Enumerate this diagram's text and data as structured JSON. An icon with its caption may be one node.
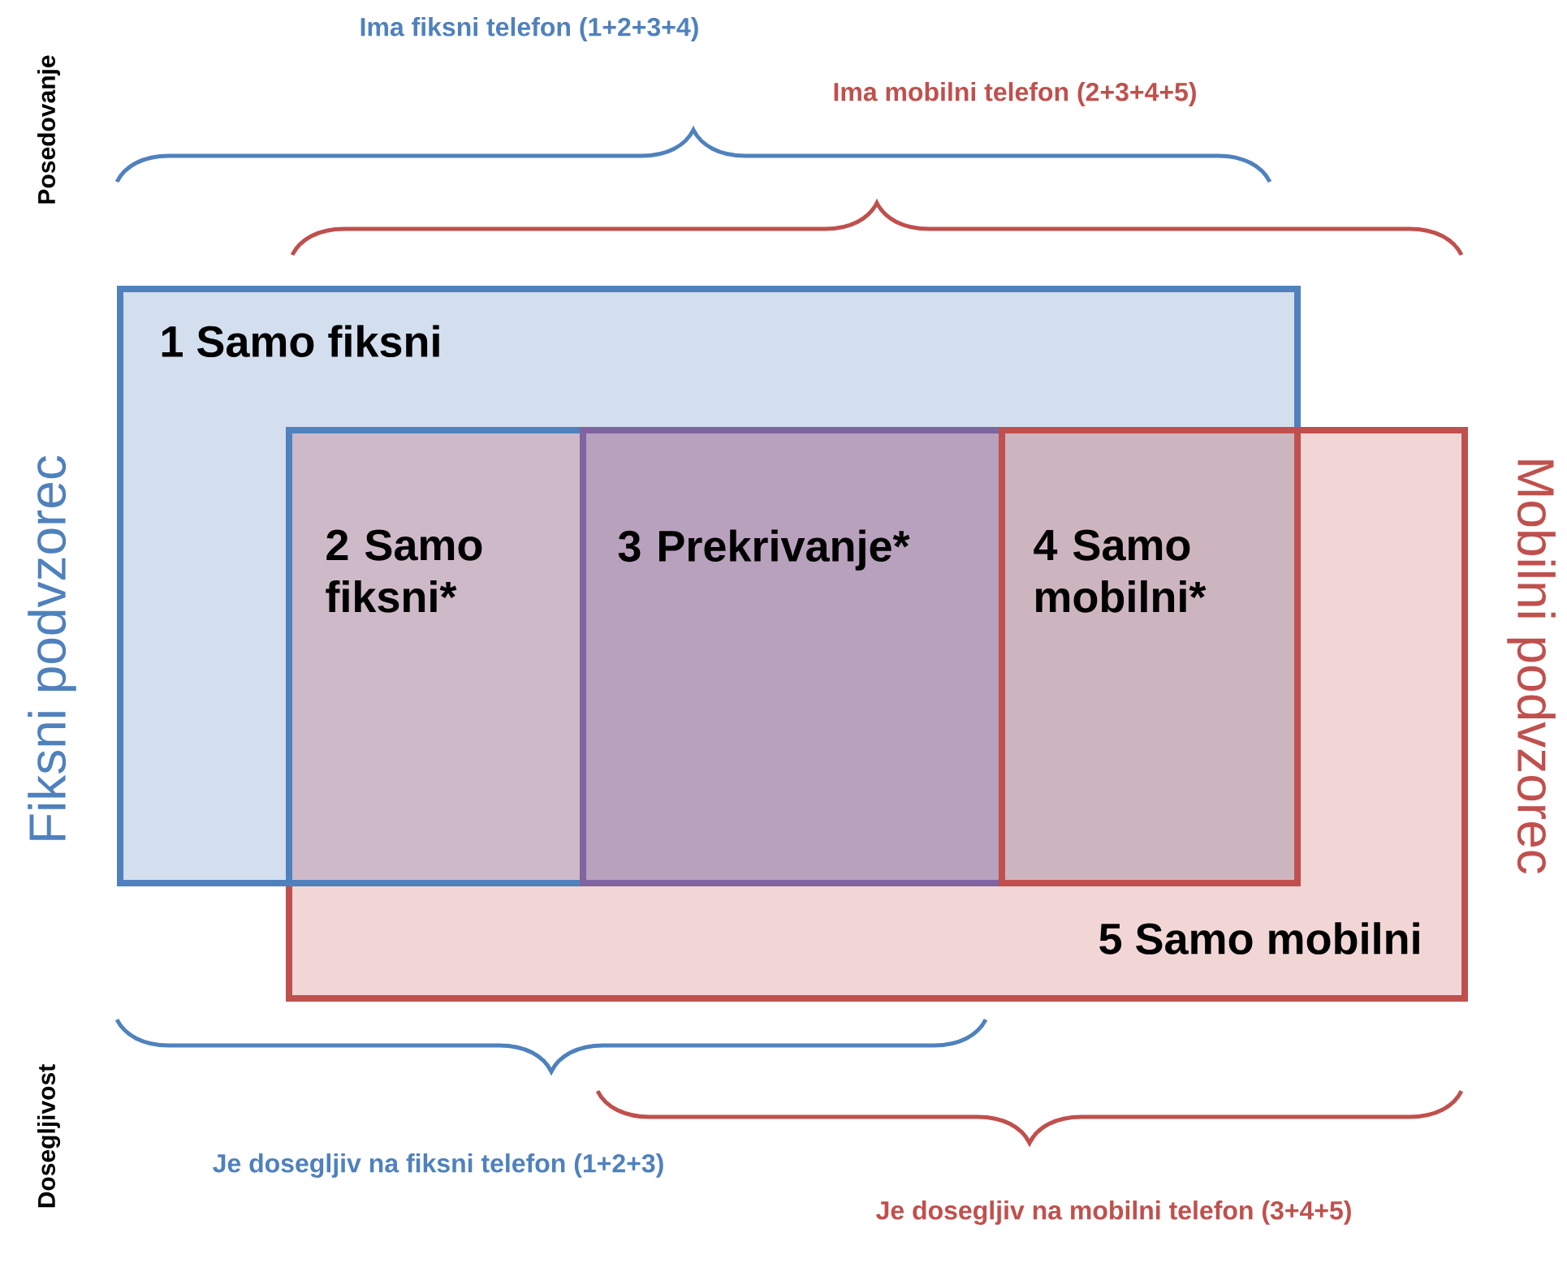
{
  "diagram": {
    "nodes": [
      {
        "text": [
          "1 Samo fiksni"
        ]
      },
      {
        "text": [
          "2 Samo fiksni*"
        ]
      },
      {
        "text": [
          "3 Prekrivanje*"
        ]
      },
      {
        "text": [
          "4 Samo mobilni*"
        ]
      },
      {
        "text": [
          "5 Samo mobilni"
        ]
      }
    ],
    "labels": [
      "Ima fiksni telefon (1+2+3+4)",
      "Posedovanje",
      "Ima mobilni telefon (2+3+4+5)",
      "Fiksni podvzorec",
      "Mobilni podvzorec",
      "Je dosegljiv na fiksni telefon (1+2+3)",
      "Dosegljivost",
      "Je dosegljiv na mobilni telefon (3+4+5)"
    ]
  }
}
